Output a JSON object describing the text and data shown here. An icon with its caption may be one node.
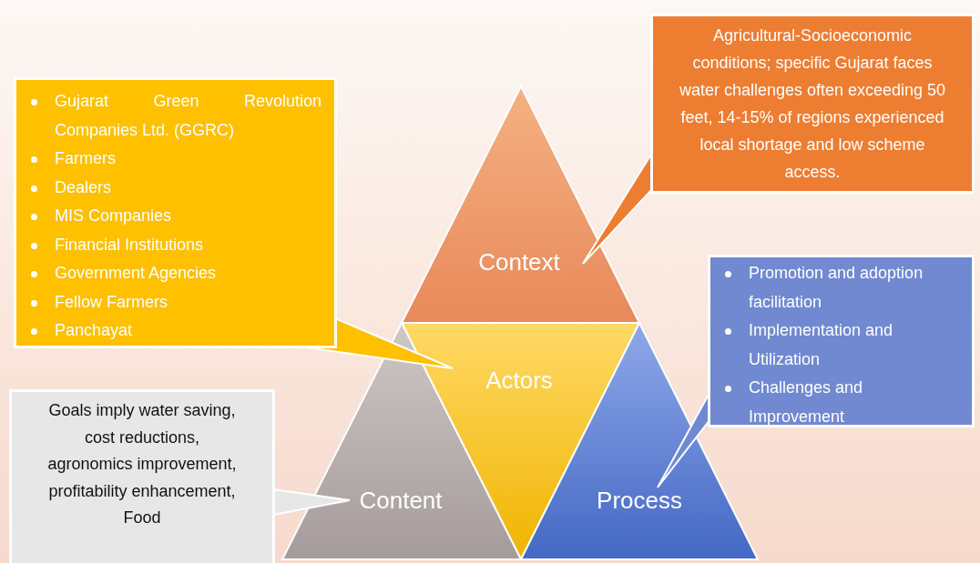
{
  "diagram": {
    "nodes": [
      {
        "text": [
          "Agricultural-Socioeconomic conditions; specific Gujarat faces water challenges often exceeding 50 feet, 14-15% of regions experienced local shortage and low scheme access."
        ]
      },
      {
        "text": [
          "Gujarat Green Revolution Companies Ltd. (GGRC)",
          "Farmers",
          "Dealers",
          "MIS Companies",
          "Financial Institutions",
          "Government Agencies",
          "Fellow Farmers",
          "Panchayat"
        ]
      },
      {
        "text": [
          "Context"
        ]
      },
      {
        "text": [
          "Promotion and adoption facilitation",
          "Implementation and Utilization",
          "Challenges and Improvement"
        ]
      },
      {
        "text": [
          "Actors"
        ]
      },
      {
        "text": [
          "Goals imply water saving, cost reductions, agronomics improvement, profitability enhancement, Food"
        ]
      },
      {
        "text": [
          "Content"
        ]
      },
      {
        "text": [
          "Process"
        ]
      }
    ],
    "edges": [
      {
        "from": 0,
        "to": 2,
        "arrow": "none"
      },
      {
        "from": 1,
        "to": 4,
        "arrow": "none"
      },
      {
        "from": 3,
        "to": 7,
        "arrow": "none"
      },
      {
        "from": 5,
        "to": 6,
        "arrow": "none"
      }
    ]
  }
}
